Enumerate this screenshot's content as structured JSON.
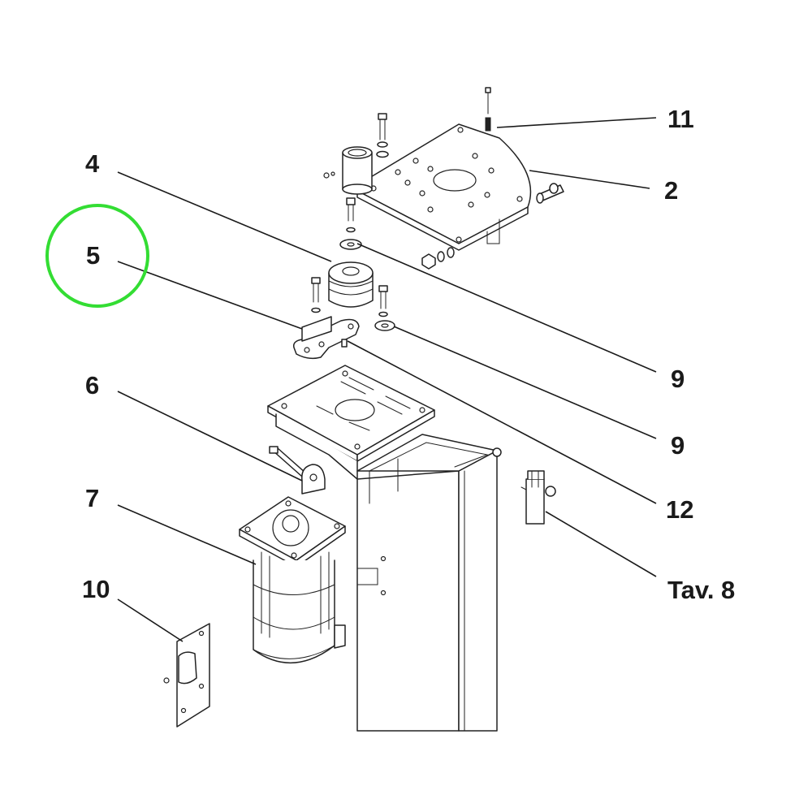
{
  "callouts": {
    "c11": "11",
    "c2": "2",
    "c4": "4",
    "c5": "5",
    "c9a": "9",
    "c9b": "9",
    "c6": "6",
    "c12": "12",
    "c7": "7",
    "c10": "10",
    "tav8": "Tav. 8"
  },
  "highlight": {
    "target": "5",
    "color": "#33dd33"
  },
  "colors": {
    "line": "#222222",
    "background": "#ffffff"
  }
}
